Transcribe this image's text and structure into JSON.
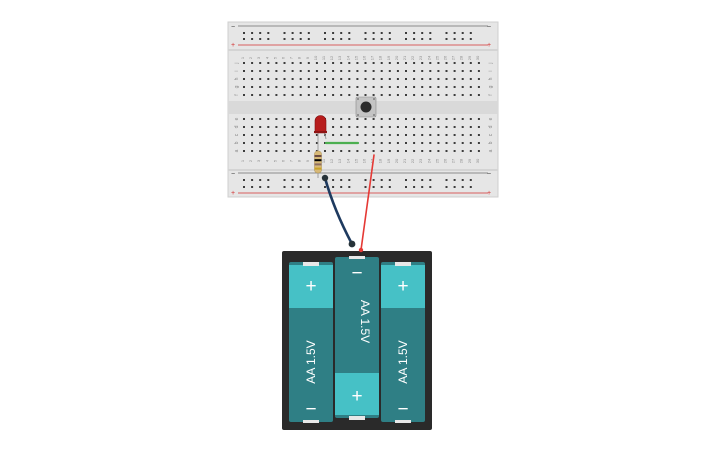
{
  "breadboard": {
    "columns": 30,
    "row_letters_top": [
      "j",
      "i",
      "h",
      "g",
      "f"
    ],
    "row_letters_bottom": [
      "e",
      "d",
      "c",
      "b",
      "a"
    ],
    "rail_symbols": {
      "minus": "−",
      "plus": "+"
    },
    "colors": {
      "board": "#e6e6e6",
      "hole": "#3c3c3c",
      "rail_red": "#d32f2f",
      "rail_black": "#333333",
      "label": "#8a8a8a"
    }
  },
  "components": {
    "led": {
      "color": "#b71c1c",
      "name": "red-led"
    },
    "resistor": {
      "bands": [
        "#6d4c41",
        "#000000",
        "#8d6e63",
        "#c9a227"
      ]
    },
    "pushbutton": {
      "color": "#9e9e9e"
    },
    "jumper_green": {
      "color": "#4caf50"
    },
    "wires": {
      "black": "#263238",
      "red": "#e53935",
      "blue_shade": "#1e3a5f"
    }
  },
  "battery_pack": {
    "case_color": "#2a2a2a",
    "cell_color": "#2f7f85",
    "terminal_color": "#46c1c6",
    "cells": [
      {
        "label": "AA 1.5V",
        "top_symbol": "+",
        "bottom_symbol": "−"
      },
      {
        "label": "AA 1.5V",
        "top_symbol": "−",
        "bottom_symbol": "+"
      },
      {
        "label": "AA 1.5V",
        "top_symbol": "+",
        "bottom_symbol": "−"
      }
    ]
  }
}
